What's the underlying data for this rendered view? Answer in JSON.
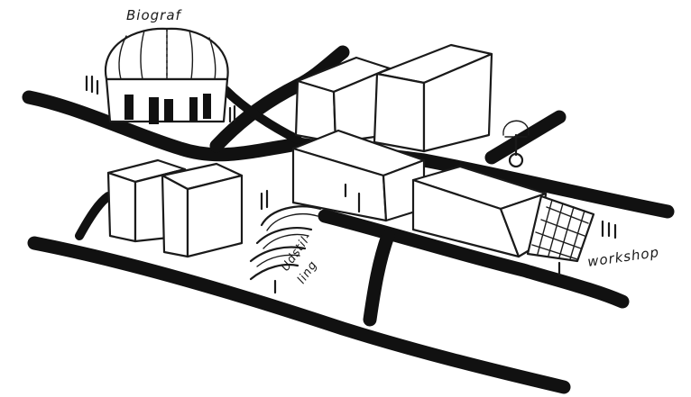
{
  "labels": {
    "biograf": "Biograf",
    "udstilling_line1": "Udstil-",
    "udstilling_line2": "ling",
    "workshop": "workshop"
  },
  "colors": {
    "ink": "#111111",
    "paper": "#ffffff"
  },
  "icons": [
    "dome-building",
    "person-figures",
    "bicycle",
    "tree",
    "tent-canopies",
    "grid-net"
  ]
}
